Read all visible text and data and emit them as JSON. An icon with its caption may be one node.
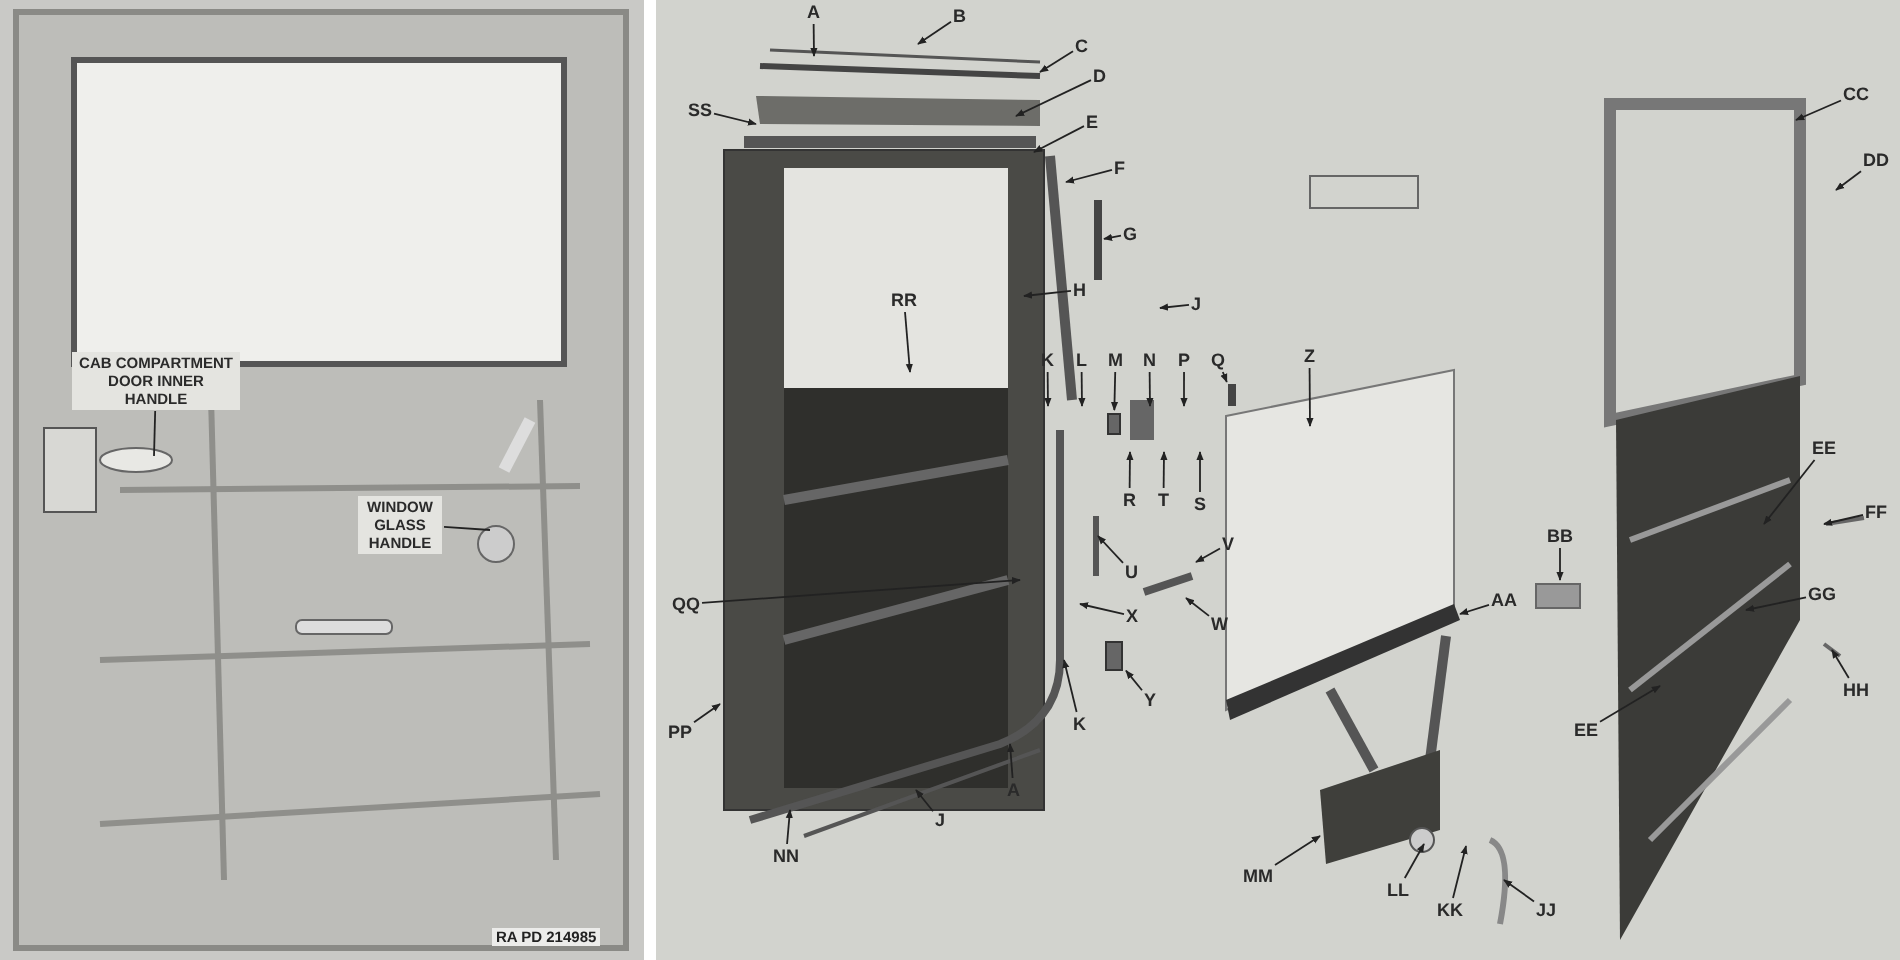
{
  "diagram": {
    "nodes": [
      {
        "text": [
          "CAB COMPARTMENT DOOR INNER HANDLE"
        ]
      },
      {
        "text": [
          "WINDOW GLASS HANDLE"
        ]
      },
      {
        "text": [
          "A"
        ]
      },
      {
        "text": [
          "B"
        ]
      },
      {
        "text": [
          "C"
        ]
      },
      {
        "text": [
          "D"
        ]
      },
      {
        "text": [
          "SS"
        ]
      },
      {
        "text": [
          "E"
        ]
      },
      {
        "text": [
          "F"
        ]
      },
      {
        "text": [
          "G"
        ]
      },
      {
        "text": [
          "H"
        ]
      },
      {
        "text": [
          "RR"
        ]
      },
      {
        "text": [
          "J"
        ]
      },
      {
        "text": [
          "K"
        ]
      },
      {
        "text": [
          "L"
        ]
      },
      {
        "text": [
          "M"
        ]
      },
      {
        "text": [
          "N"
        ]
      },
      {
        "text": [
          "P"
        ]
      },
      {
        "text": [
          "Q"
        ]
      },
      {
        "text": [
          "R"
        ]
      },
      {
        "text": [
          "T"
        ]
      },
      {
        "text": [
          "S"
        ]
      },
      {
        "text": [
          "U"
        ]
      },
      {
        "text": [
          "V"
        ]
      },
      {
        "text": [
          "W"
        ]
      },
      {
        "text": [
          "QQ"
        ]
      },
      {
        "text": [
          "X"
        ]
      },
      {
        "text": [
          "Y"
        ]
      },
      {
        "text": [
          "K"
        ]
      },
      {
        "text": [
          "PP"
        ]
      },
      {
        "text": [
          "A"
        ]
      },
      {
        "text": [
          "J"
        ]
      },
      {
        "text": [
          "NN"
        ]
      },
      {
        "text": [
          "Z"
        ]
      },
      {
        "text": [
          "AA"
        ]
      },
      {
        "text": [
          "BB"
        ]
      },
      {
        "text": [
          "MM"
        ]
      },
      {
        "text": [
          "LL"
        ]
      },
      {
        "text": [
          "KK"
        ]
      },
      {
        "text": [
          "JJ"
        ]
      },
      {
        "text": [
          "CC"
        ]
      },
      {
        "text": [
          "DD"
        ]
      },
      {
        "text": [
          "EE"
        ]
      },
      {
        "text": [
          "FF"
        ]
      },
      {
        "text": [
          "GG"
        ]
      },
      {
        "text": [
          "HH"
        ]
      },
      {
        "text": [
          "EE"
        ]
      },
      {
        "text": [],
        "shape": "bar"
      },
      {
        "text": [],
        "shape": "box"
      },
      {
        "text": [],
        "shape": "bar"
      },
      {
        "text": [],
        "shape": "bar"
      },
      {
        "text": [],
        "shape": "box"
      }
    ],
    "edges": [
      {
        "from": 0,
        "to": null,
        "arrow": "none"
      },
      {
        "from": 1,
        "to": null,
        "arrow": "none"
      },
      {
        "from": 2,
        "to": null,
        "arrow": "to"
      },
      {
        "from": 3,
        "to": null,
        "arrow": "to"
      },
      {
        "from": 4,
        "to": null,
        "arrow": "to"
      },
      {
        "from": 5,
        "to": null,
        "arrow": "to"
      },
      {
        "from": 6,
        "to": null,
        "arrow": "to"
      },
      {
        "from": 7,
        "to": null,
        "arrow": "to"
      },
      {
        "from": 8,
        "to": null,
        "arrow": "to"
      },
      {
        "from": 9,
        "to": 47,
        "arrow": "to"
      },
      {
        "from": 10,
        "to": null,
        "arrow": "to"
      },
      {
        "from": 11,
        "to": null,
        "arrow": "to"
      },
      {
        "from": 12,
        "to": null,
        "arrow": "to"
      },
      {
        "from": 13,
        "to": null,
        "arrow": "to"
      },
      {
        "from": 14,
        "to": null,
        "arrow": "to"
      },
      {
        "from": 15,
        "to": 48,
        "arrow": "to"
      },
      {
        "from": 16,
        "to": null,
        "arrow": "to"
      },
      {
        "from": 17,
        "to": null,
        "arrow": "to"
      },
      {
        "from": 18,
        "to": 49,
        "arrow": "to"
      },
      {
        "from": 19,
        "to": null,
        "arrow": "to"
      },
      {
        "from": 20,
        "to": null,
        "arrow": "to"
      },
      {
        "from": 21,
        "to": null,
        "arrow": "to"
      },
      {
        "from": 22,
        "to": null,
        "arrow": "to"
      },
      {
        "from": 23,
        "to": null,
        "arrow": "to"
      },
      {
        "from": 24,
        "to": 50,
        "arrow": "to"
      },
      {
        "from": 25,
        "to": null,
        "arrow": "to"
      },
      {
        "from": 26,
        "to": null,
        "arrow": "to"
      },
      {
        "from": 27,
        "to": 51,
        "arrow": "to"
      },
      {
        "from": 28,
        "to": null,
        "arrow": "to"
      },
      {
        "from": 29,
        "to": null,
        "arrow": "to"
      },
      {
        "from": 30,
        "to": null,
        "arrow": "to"
      },
      {
        "from": 31,
        "to": null,
        "arrow": "to"
      },
      {
        "from": 32,
        "to": null,
        "arrow": "to"
      },
      {
        "from": 33,
        "to": null,
        "arrow": "to"
      },
      {
        "from": 34,
        "to": null,
        "arrow": "to"
      },
      {
        "from": 35,
        "to": null,
        "arrow": "to"
      },
      {
        "from": 36,
        "to": null,
        "arrow": "to"
      },
      {
        "from": 37,
        "to": null,
        "arrow": "to"
      },
      {
        "from": 38,
        "to": null,
        "arrow": "to"
      },
      {
        "from": 39,
        "to": null,
        "arrow": "to"
      },
      {
        "from": 40,
        "to": null,
        "arrow": "to"
      },
      {
        "from": 41,
        "to": null,
        "arrow": "to"
      },
      {
        "from": 42,
        "to": null,
        "arrow": "to"
      },
      {
        "from": 43,
        "to": null,
        "arrow": "to"
      },
      {
        "from": 44,
        "to": null,
        "arrow": "to"
      },
      {
        "from": 45,
        "to": null,
        "arrow": "to"
      },
      {
        "from": 46,
        "to": null,
        "arrow": "to"
      }
    ],
    "labels": [
      "RA PD 214985"
    ]
  }
}
